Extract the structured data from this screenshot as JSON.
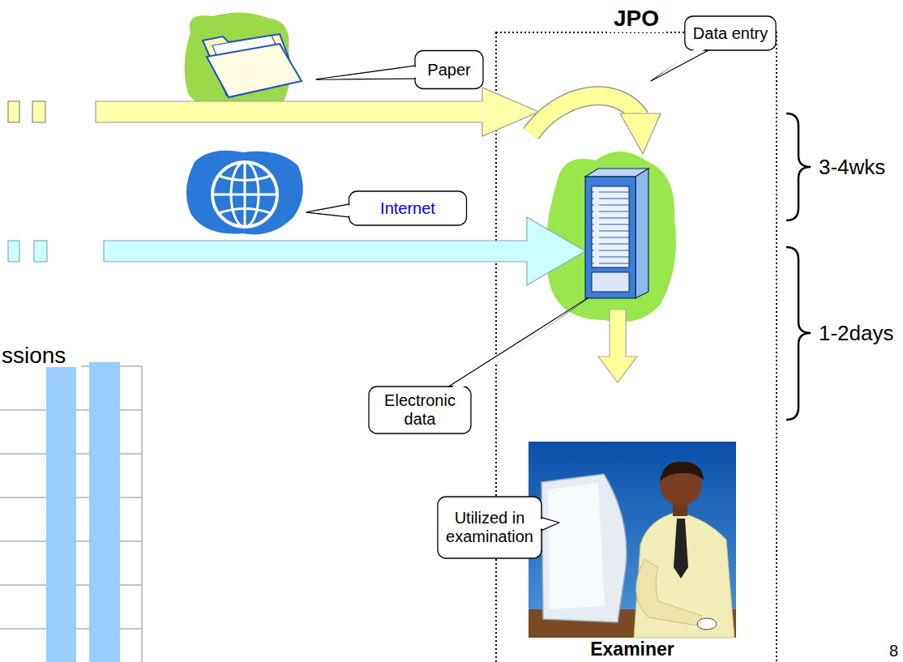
{
  "diagram": {
    "nodes": [
      {
        "text": [
          "JPO"
        ]
      },
      {
        "text": [
          "Data entry"
        ],
        "in": 0
      },
      {
        "text": [
          "Paper"
        ]
      },
      {
        "text": [
          "Internet"
        ]
      },
      {
        "text": [
          "Electronic data"
        ]
      },
      {
        "text": [
          "Utilized in examination"
        ]
      }
    ],
    "labels": [
      "3-4wks",
      "1-2days",
      "ssions",
      "Examiner",
      "8"
    ]
  }
}
